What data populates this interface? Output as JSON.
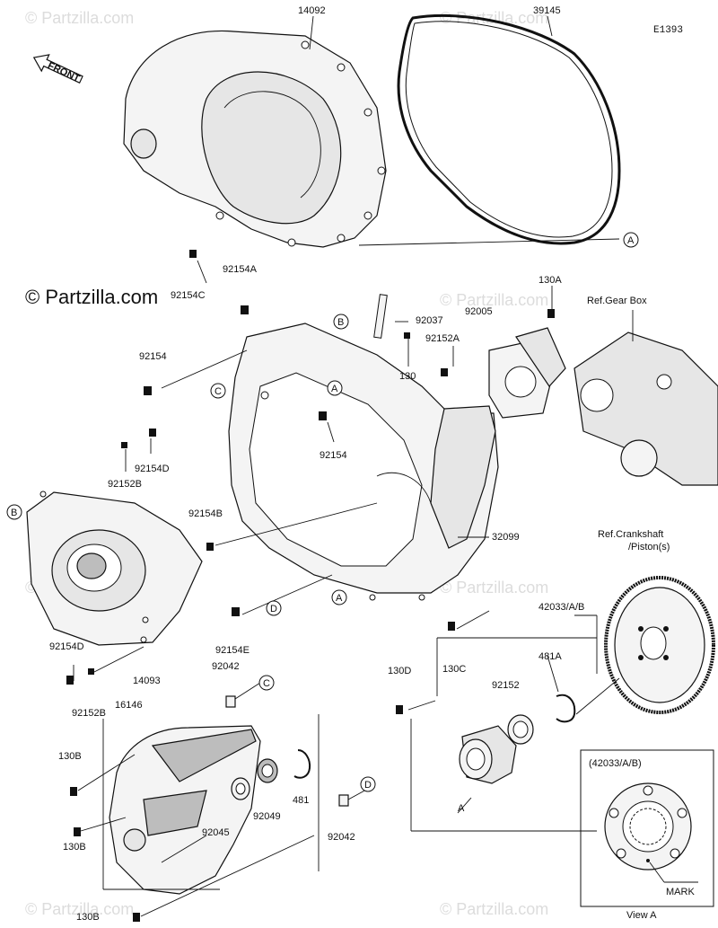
{
  "diagram_id": "E1393",
  "copyright": "© Partzilla.com",
  "watermark": "© Partzilla.com",
  "front_label": "FRONT",
  "refs": {
    "gear_box": "Ref.Gear Box",
    "crankshaft": "Ref.Crankshaft",
    "piston": "/Piston(s)"
  },
  "inset": {
    "title": "(42033/A/B)",
    "mark": "MARK",
    "caption": "View A"
  },
  "parts": [
    "14092",
    "39145",
    "92154C",
    "92154A",
    "92037",
    "92005",
    "130A",
    "92152A",
    "130",
    "92154",
    "92154",
    "92154D",
    "92152B",
    "92154B",
    "32099",
    "92154E",
    "130C",
    "42033/A/B",
    "481A",
    "92152",
    "130D",
    "92154D",
    "92152B",
    "14093",
    "92042",
    "16146",
    "130B",
    "130B",
    "130B",
    "92045",
    "92049",
    "481",
    "92042",
    "A"
  ],
  "callouts": [
    "A",
    "B",
    "B",
    "C",
    "C",
    "D",
    "D",
    "A",
    "A"
  ]
}
